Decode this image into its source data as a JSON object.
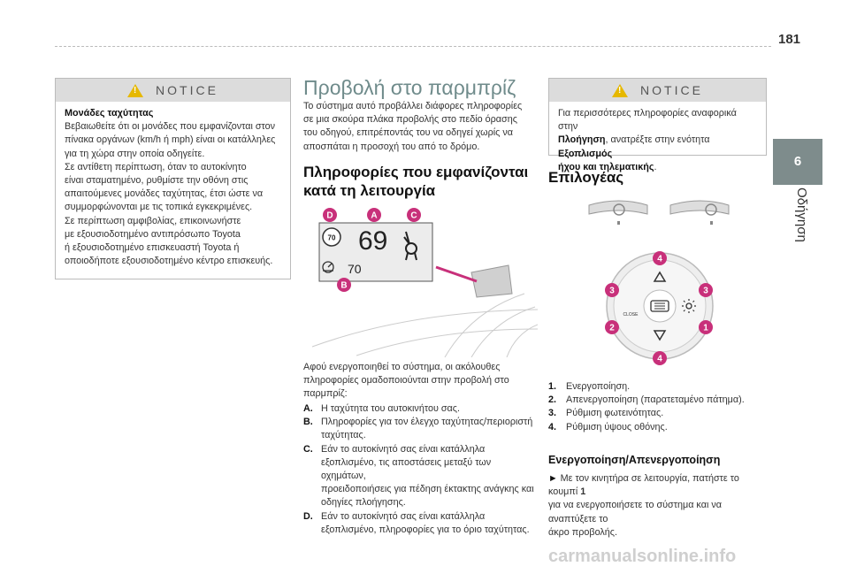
{
  "page": {
    "number": "181"
  },
  "side_tab": {
    "chapter": "6",
    "label": "Οδήγηση"
  },
  "notice1": {
    "head": "NOTICE",
    "title": "Μονάδες ταχύτητας",
    "lines": [
      "Βεβαιωθείτε ότι οι μονάδες που εμφανίζονται στον",
      "πίνακα οργάνων (km/h ή mph) είναι οι κατάλληλες",
      "για τη χώρα στην οποία οδηγείτε.",
      "Σε αντίθετη περίπτωση, όταν το αυτοκίνητο",
      "είναι σταματημένο, ρυθμίστε την οθόνη στις",
      "απαιτούμενες μονάδες ταχύτητας, έτσι ώστε να",
      "συμμορφώνονται με τις τοπικά εγκεκριμένες.",
      "Σε περίπτωση αμφιβολίας, επικοινωνήστε",
      "με εξουσιοδοτημένο αντιπρόσωπο Toyota",
      "ή εξουσιοδοτημένο επισκευαστή Toyota ή",
      "οποιοδήποτε εξουσιοδοτημένο κέντρο επισκευής."
    ]
  },
  "middle": {
    "title": "Προβολή στο παρμπρίζ",
    "intro": [
      "Το σύστημα αυτό προβάλλει διάφορες πληροφορίες",
      "σε μια σκούρα πλάκα προβολής στο πεδίο όρασης",
      "του οδηγού, επιτρέποντάς του να οδηγεί χωρίς να",
      "αποσπάται η προσοχή του από το δρόμο."
    ],
    "subtitle_lines": [
      "Πληροφορίες που εμφανίζονται",
      "κατά τη λειτουργία"
    ],
    "figure": {
      "labels": [
        "D",
        "A",
        "C",
        "B"
      ],
      "speed": "69",
      "limit": "70",
      "cruise": "70"
    },
    "after_fig": [
      "Αφού ενεργοποιηθεί το σύστημα, οι ακόλουθες",
      "πληροφορίες ομαδοποιούνται στην προβολή στο",
      "παρμπρίζ:"
    ],
    "items": [
      {
        "key": "A.",
        "lines": [
          "Η ταχύτητα του αυτοκινήτου σας."
        ]
      },
      {
        "key": "B.",
        "lines": [
          "Πληροφορίες για τον έλεγχο ταχύτητας/περιοριστή",
          "ταχύτητας."
        ]
      },
      {
        "key": "C.",
        "lines": [
          "Εάν το αυτοκίνητό σας είναι κατάλληλα",
          "εξοπλισμένο, τις αποστάσεις μεταξύ των οχημάτων,",
          "προειδοποιήσεις για πέδηση έκτακτης ανάγκης και",
          "οδηγίες πλοήγησης."
        ]
      },
      {
        "key": "D.",
        "lines": [
          "Εάν το αυτοκίνητό σας είναι κατάλληλα",
          "εξοπλισμένο, πληροφορίες για το όριο ταχύτητας."
        ]
      }
    ]
  },
  "notice2": {
    "head": "NOTICE",
    "line1": "Για περισσότερες πληροφορίες αναφορικά στην",
    "bold1": "Πλοήγηση",
    "line2": ", ανατρέξτε στην ενότητα ",
    "bold2": "Εξοπλισμός",
    "bold3": "ήχου και τηλεματικής",
    "end": "."
  },
  "right": {
    "title": "Επιλογέας",
    "selector": {
      "numbers": [
        "4",
        "3",
        "3",
        "2",
        "1",
        "4"
      ],
      "close_label": "CLOSE"
    },
    "items": [
      {
        "key": "1.",
        "text": "Ενεργοποίηση."
      },
      {
        "key": "2.",
        "text": "Απενεργοποίηση (παρατεταμένο πάτημα)."
      },
      {
        "key": "3.",
        "text": "Ρύθμιση φωτεινότητας."
      },
      {
        "key": "4.",
        "text": "Ρύθμιση ύψους οθόνης."
      }
    ],
    "subtitle": "Ενεργοποίηση/Απενεργοποίηση",
    "instr_arrow": "►",
    "instr_line1": " Με τον κινητήρα σε λειτουργία, πατήστε το κουμπί ",
    "instr_bold": "1",
    "instr_line2": "για να ενεργοποιήσετε το σύστημα και να αναπτύξετε το",
    "instr_line3": "άκρο προβολής."
  },
  "watermark": "carmanualsonline.info",
  "colors": {
    "heading": "#6f8b8b",
    "callout": "#c8307a",
    "tab": "#7e8c8c",
    "warning": "#e6b800"
  }
}
